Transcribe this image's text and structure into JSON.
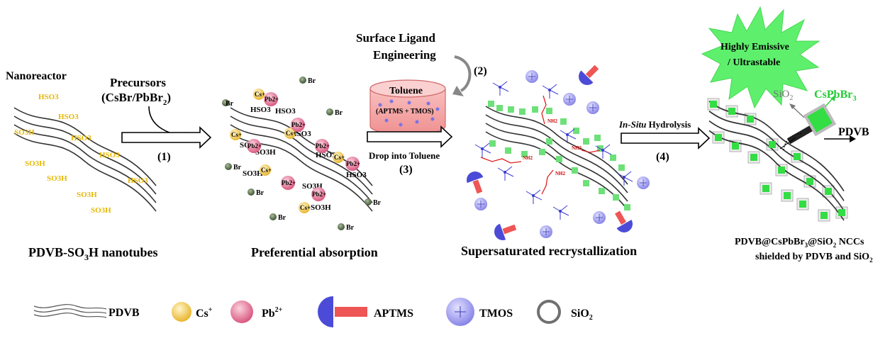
{
  "labels": {
    "nanoreactor": "Nanoreactor",
    "precursors": "Precursors",
    "precursors_formula": "(CsBr/PbBr",
    "precursors_sub": "2",
    "precursors_close": ")",
    "step1": "(1)",
    "step2": "(2)",
    "step3": "(3)",
    "step4": "(4)",
    "surface_ligand": "Surface Ligand",
    "engineering": "Engineering",
    "toluene": "Toluene",
    "toluene_content": "(APTMS + TMOS)",
    "drop_into_toluene": "Drop into Toluene",
    "in_situ": "In-Situ",
    "hydrolysis": " Hydrolysis",
    "highly_emissive": "Highly Emissive",
    "ultrastable": "/ Ultrastable",
    "sio2": "SiO",
    "sio2_sub": "2",
    "cspbbr3": "CsPbBr",
    "cspbbr3_sub": "3",
    "pdvb": "PDVB"
  },
  "chemistry": {
    "so3h": "SO3H",
    "hso3": "HSO3",
    "br": "Br",
    "cs": "Cs+",
    "pb": "Pb2+",
    "nh2": "NH2"
  },
  "captions": {
    "cap1_a": "PDVB-SO",
    "cap1_sub": "3",
    "cap1_b": "H nanotubes",
    "cap2": "Preferential absorption",
    "cap3": "Supersaturated recrystallization",
    "cap4_line1": "PDVB@CsPbBr",
    "cap4_sub1": "3",
    "cap4_mid": "@SiO",
    "cap4_sub2": "2",
    "cap4_end": " NCCs",
    "cap4_line2": "shielded by PDVB and SiO",
    "cap4_sub3": "2"
  },
  "legend": {
    "pdvb": "PDVB",
    "cs": "Cs",
    "cs_sup": "+",
    "pb": "Pb",
    "pb_sup": "2+",
    "aptms": "APTMS",
    "tmos": "TMOS",
    "sio2": "SiO",
    "sio2_sub": "2"
  },
  "colors": {
    "sulfonic": "#e6b800",
    "cs_fill": "#f5d060",
    "pb_fill": "#e88aa8",
    "br_fill": "#556b4a",
    "green_nc": "#33dd44",
    "burst": "#55ee66",
    "tmos_fill": "#a9a6f0",
    "aptms_blue": "#4b4bd8",
    "aptms_red": "#ee5555",
    "toluene_fill": "#f7a7a7"
  }
}
